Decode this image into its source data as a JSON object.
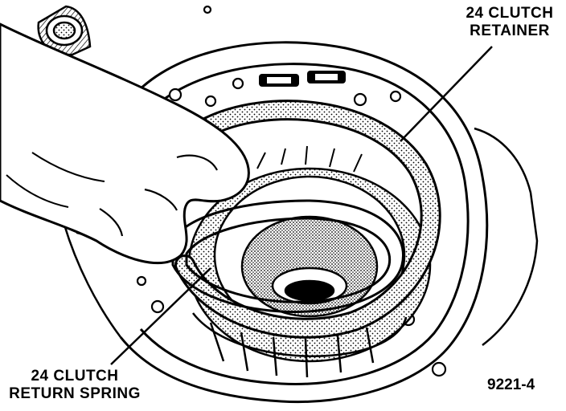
{
  "labels": {
    "retainer": {
      "line1": "24 CLUTCH",
      "line2": "RETAINER"
    },
    "spring": {
      "line1": "24 CLUTCH",
      "line2": "RETURN SPRING"
    }
  },
  "figure_id": "9221-4",
  "colors": {
    "ink": "#000000",
    "paper": "#ffffff"
  },
  "icons": [
    "hand",
    "transmission-case",
    "clutch-retainer",
    "return-spring",
    "leader-line"
  ]
}
